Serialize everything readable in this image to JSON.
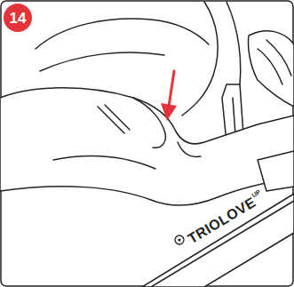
{
  "diagram": {
    "nodes": [
      {
        "text": [
          "14"
        ]
      }
    ],
    "labels": [
      "TRIOLOVE",
      "UP"
    ]
  }
}
